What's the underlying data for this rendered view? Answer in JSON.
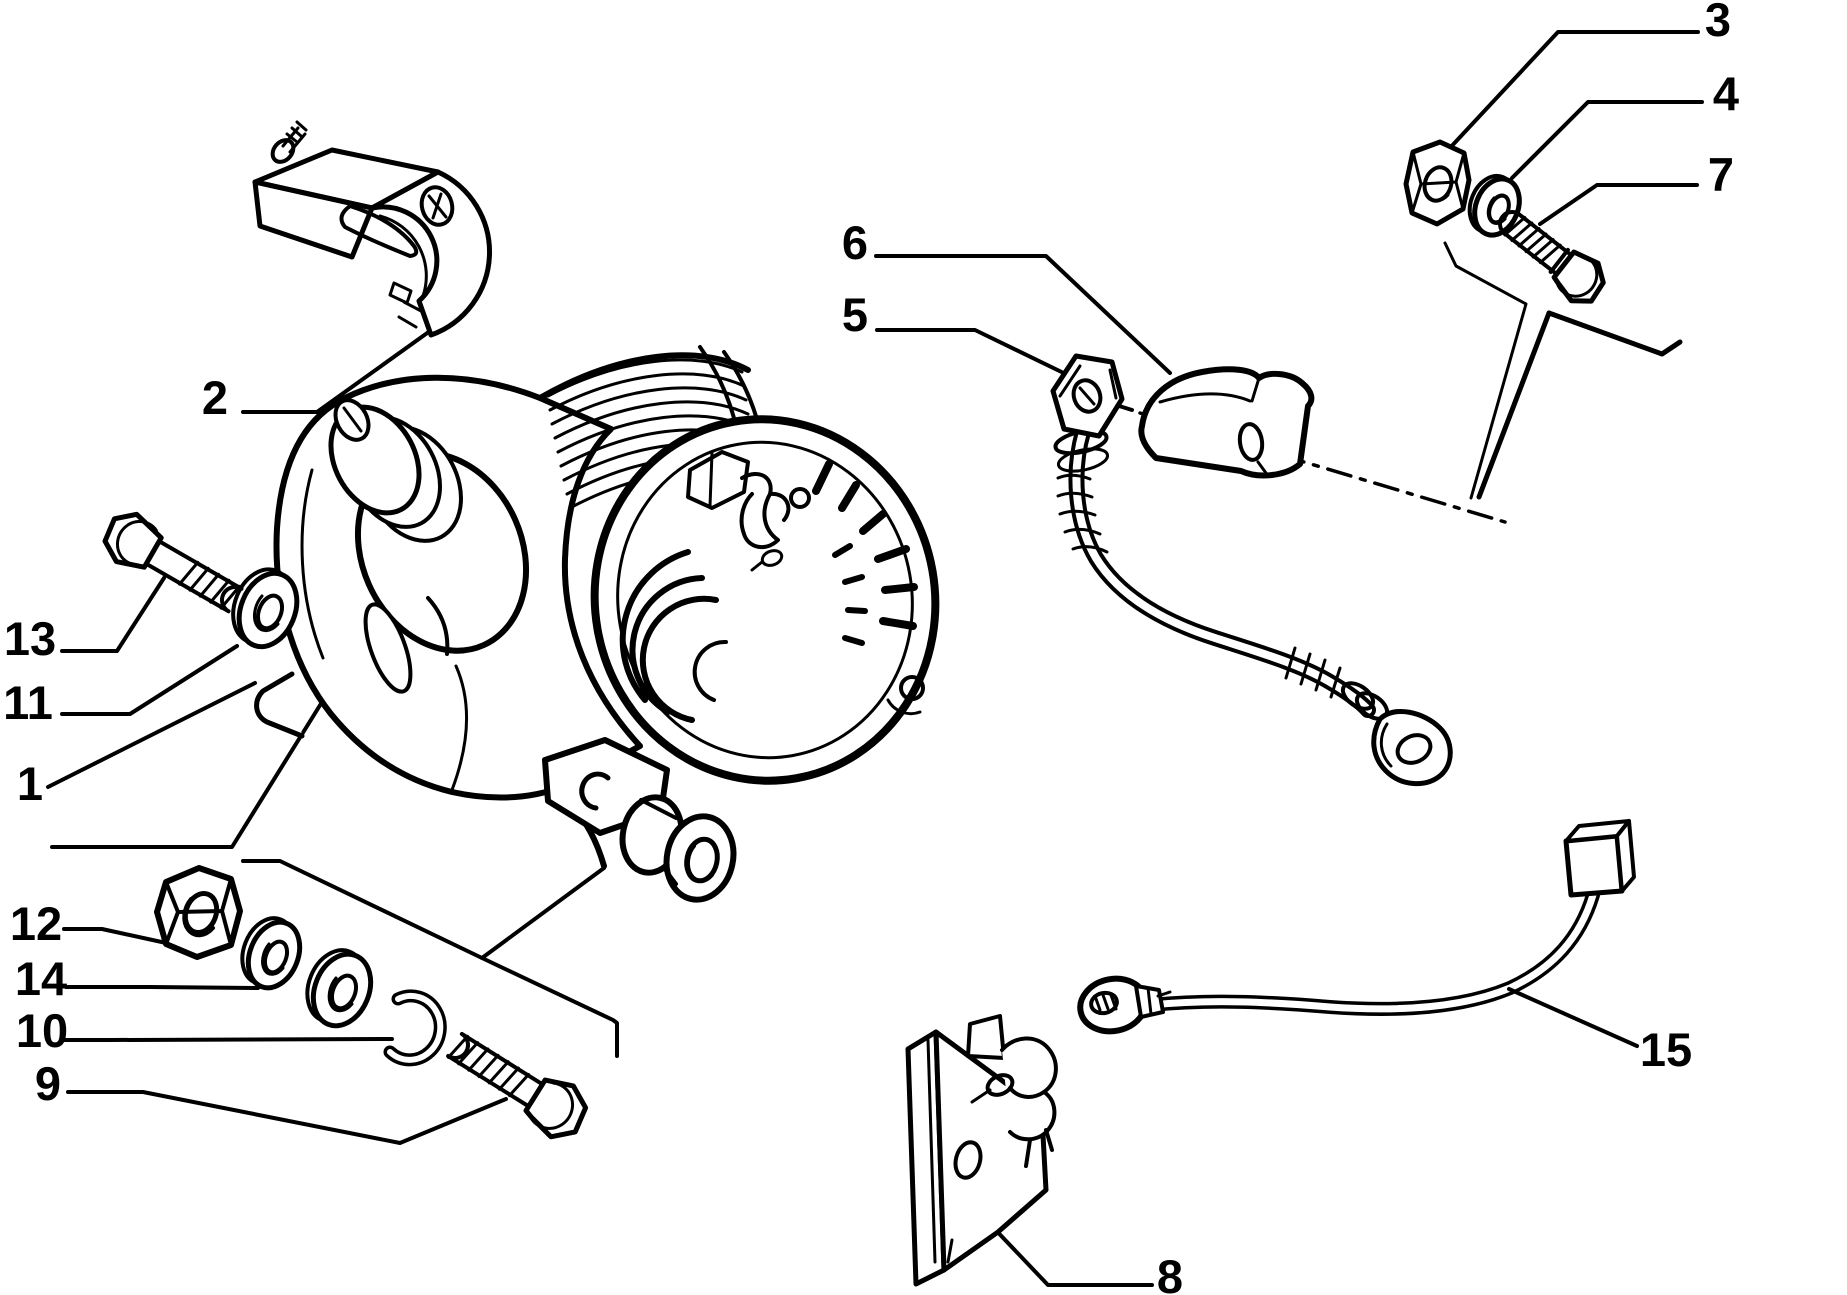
{
  "diagram_type": "exploded-parts-diagram",
  "colors": {
    "ink": "#000000",
    "paper": "#ffffff"
  },
  "labels": [
    "1",
    "2",
    "3",
    "4",
    "5",
    "6",
    "7",
    "8",
    "9",
    "10",
    "11",
    "12",
    "13",
    "14",
    "15"
  ]
}
